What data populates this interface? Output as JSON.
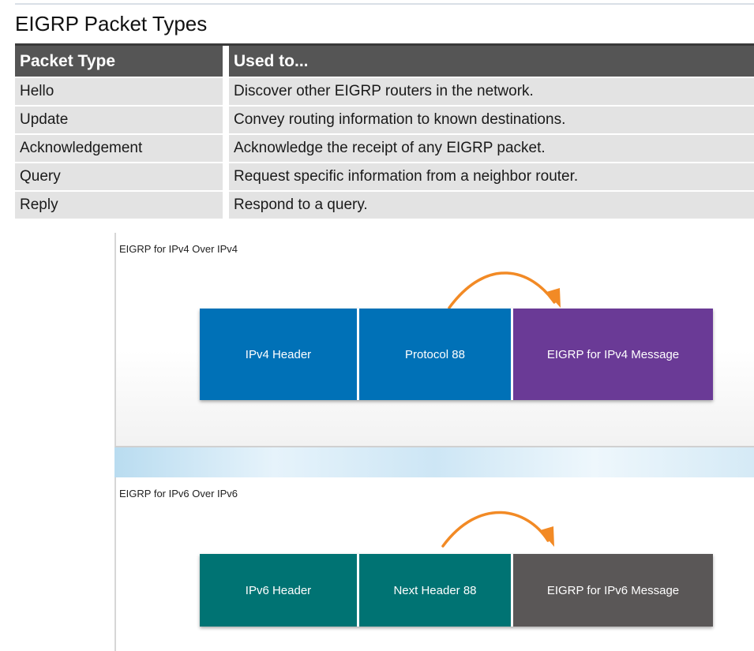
{
  "table": {
    "title": "EIGRP Packet Types",
    "headers": [
      "Packet Type",
      "Used to..."
    ],
    "rows": [
      [
        "Hello",
        "Discover other EIGRP routers in the network."
      ],
      [
        "Update",
        "Convey routing information to known destinations."
      ],
      [
        "Acknowledgement",
        "Acknowledge the receipt of any EIGRP packet."
      ],
      [
        "Query",
        "Request specific information from a neighbor router."
      ],
      [
        "Reply",
        "Respond to a query."
      ]
    ],
    "colors": {
      "header_bg": "#555555",
      "row_bg": "#e3e3e3"
    }
  },
  "diagram": {
    "ipv4": {
      "title": "EIGRP for IPv4 Over IPv4",
      "segments": [
        {
          "label": "IPv4 Header",
          "color": "#0071b7"
        },
        {
          "label": "Protocol 88",
          "color": "#0071b7"
        },
        {
          "label": "EIGRP for IPv4 Message",
          "color": "#6a3a96"
        }
      ]
    },
    "ipv6": {
      "title": "EIGRP for IPv6 Over IPv6",
      "segments": [
        {
          "label": "IPv6 Header",
          "color": "#007373"
        },
        {
          "label": "Next Header 88",
          "color": "#007373"
        },
        {
          "label": "EIGRP for IPv6 Message",
          "color": "#5a5757"
        }
      ]
    },
    "arrow_color": "#f28a25"
  }
}
